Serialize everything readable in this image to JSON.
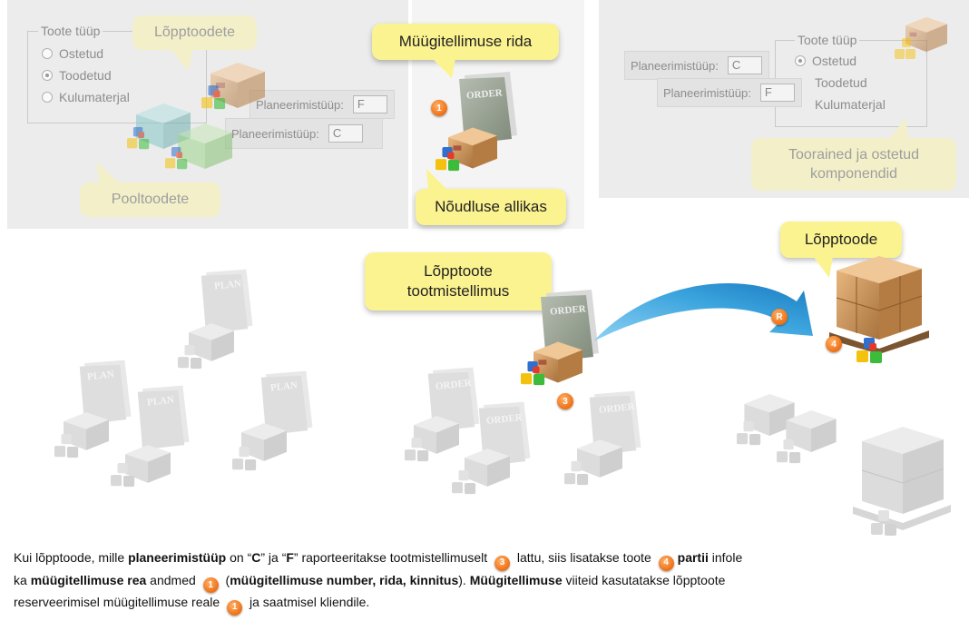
{
  "left_panel": {
    "group_title": "Toote tüüp",
    "options": [
      {
        "label": "Ostetud",
        "selected": false
      },
      {
        "label": "Toodetud",
        "selected": true
      },
      {
        "label": "Kulumaterjal",
        "selected": false
      }
    ],
    "callout_finished": "Lõpptoodete",
    "callout_semi": "Pooltoodete",
    "field_f": {
      "label": "Planeerimistüüp:",
      "value": "F"
    },
    "field_c": {
      "label": "Planeerimistüüp:",
      "value": "C"
    }
  },
  "middle_panel": {
    "callout_top": "Müügitellimuse rida",
    "callout_bottom": "Nõudluse allikas",
    "order_word": "ORDER",
    "badge": "1"
  },
  "right_panel": {
    "group_title": "Toote tüüp",
    "options": [
      {
        "label": "Ostetud",
        "selected": true
      },
      {
        "label": "Toodetud",
        "selected": false
      },
      {
        "label": "Kulumaterjal",
        "selected": false
      }
    ],
    "field_c": {
      "label": "Planeerimistüüp:",
      "value": "C"
    },
    "field_f": {
      "label": "Planeerimistüüp:",
      "value": "F"
    },
    "callout": "Toorained  ja ostetud komponendid"
  },
  "flow": {
    "plan_word": "PLAN",
    "order_word": "ORDER",
    "callout_order_line1": "Lõpptoote",
    "callout_order_line2": "tootmistellimus",
    "callout_product": "Lõpptoode",
    "badge_order": "3",
    "badge_arrow": "R",
    "badge_product": "4"
  },
  "description": {
    "p1": "Kui lõpptoode,  mille ",
    "b1": "planeerimistüüp",
    "p2": " on “",
    "b2": "C",
    "p3": "” ja “",
    "b3": "F",
    "p4": "” raporteeritakse  tootmistellimuselt ",
    "n3": "3",
    "p5": " lattu, siis lisatakse toote ",
    "n4": "4",
    "b4": "partii",
    "p6": " infole",
    "p7": "ka ",
    "b5": "müügitellimuse rea",
    "p8": " andmed ",
    "n1a": "1",
    "p9": " (",
    "b6": "müügitellimuse number, rida, kinnitus",
    "p10": ").  ",
    "b7": "Müügitellimuse",
    "p11": " viiteid kasutatakse lõpptoote",
    "p12": "reserveerimisel  müügitellimuse reale ",
    "n1b": "1",
    "p13": " ja saatmisel kliendile."
  },
  "colors": {
    "callout": "#fbf38f",
    "callout_faded": "#f3f0c9",
    "panel": "#ececec",
    "badge": "#ee6f13",
    "arrow": "#3aa3dd",
    "box": "#c6955c"
  }
}
